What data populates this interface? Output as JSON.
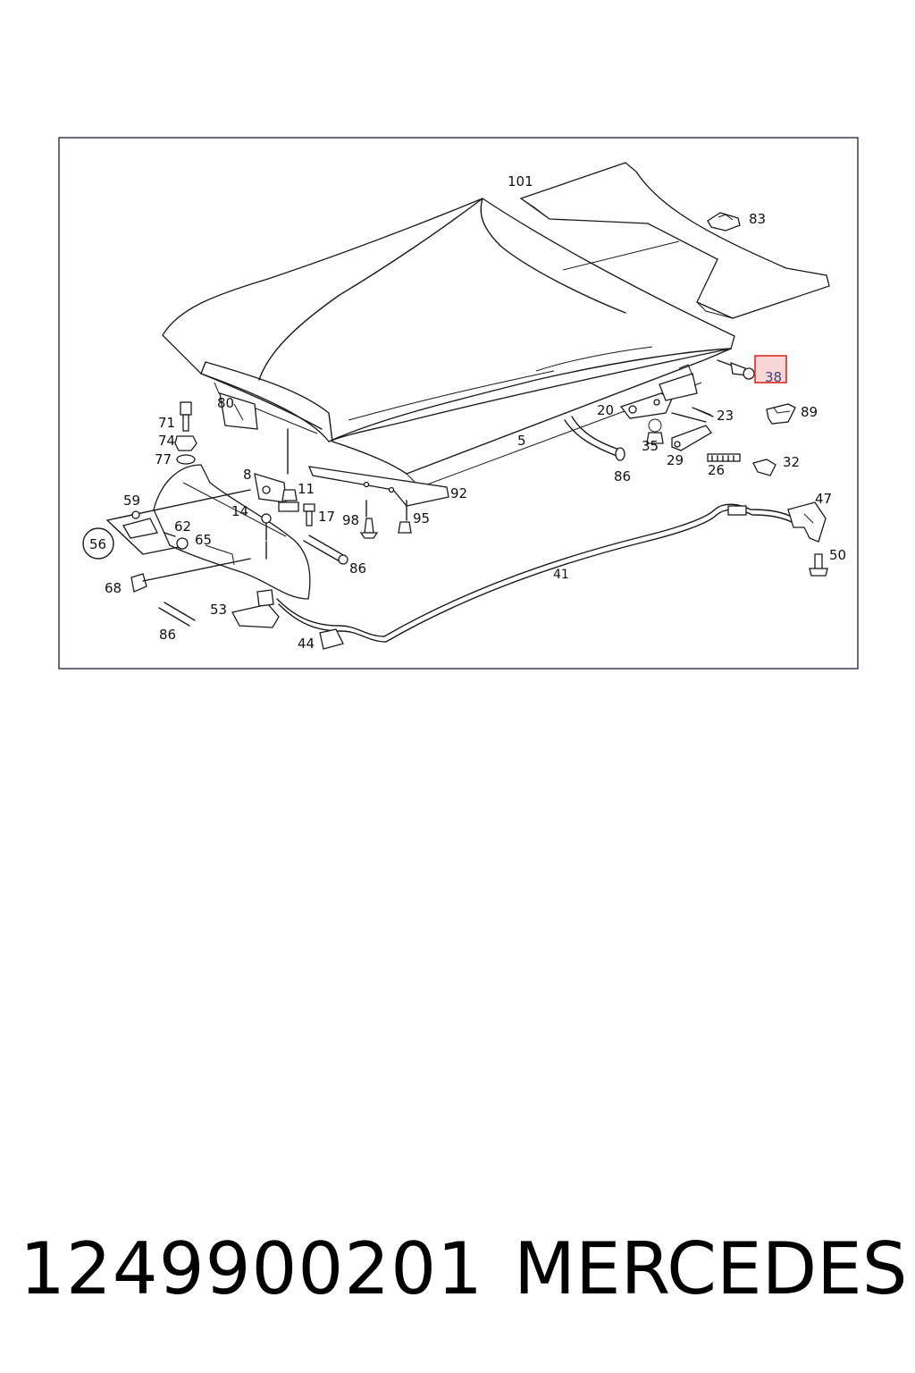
{
  "diagram": {
    "callouts": [
      {
        "id": "101",
        "text": "101"
      },
      {
        "id": "83",
        "text": "83"
      },
      {
        "id": "38",
        "text": "38"
      },
      {
        "id": "89",
        "text": "89"
      },
      {
        "id": "20",
        "text": "20"
      },
      {
        "id": "23",
        "text": "23"
      },
      {
        "id": "35",
        "text": "35"
      },
      {
        "id": "29",
        "text": "29"
      },
      {
        "id": "26",
        "text": "26"
      },
      {
        "id": "32",
        "text": "32"
      },
      {
        "id": "86a",
        "text": "86"
      },
      {
        "id": "5",
        "text": "5"
      },
      {
        "id": "80",
        "text": "80"
      },
      {
        "id": "71",
        "text": "71"
      },
      {
        "id": "74",
        "text": "74"
      },
      {
        "id": "77",
        "text": "77"
      },
      {
        "id": "8",
        "text": "8"
      },
      {
        "id": "11",
        "text": "11"
      },
      {
        "id": "17",
        "text": "17"
      },
      {
        "id": "92",
        "text": "92"
      },
      {
        "id": "98",
        "text": "98"
      },
      {
        "id": "95",
        "text": "95"
      },
      {
        "id": "14",
        "text": "14"
      },
      {
        "id": "59",
        "text": "59"
      },
      {
        "id": "62",
        "text": "62"
      },
      {
        "id": "65",
        "text": "65"
      },
      {
        "id": "56",
        "text": "56"
      },
      {
        "id": "86b",
        "text": "86"
      },
      {
        "id": "68",
        "text": "68"
      },
      {
        "id": "53",
        "text": "53"
      },
      {
        "id": "86c",
        "text": "86"
      },
      {
        "id": "44",
        "text": "44"
      },
      {
        "id": "41",
        "text": "41"
      },
      {
        "id": "47",
        "text": "47"
      },
      {
        "id": "50",
        "text": "50"
      }
    ],
    "highlight_color": "#e0403a",
    "highlight_fill": "#f7d6d6"
  },
  "footer": {
    "part_number": "1249900201",
    "brand": "MERCEDES"
  }
}
